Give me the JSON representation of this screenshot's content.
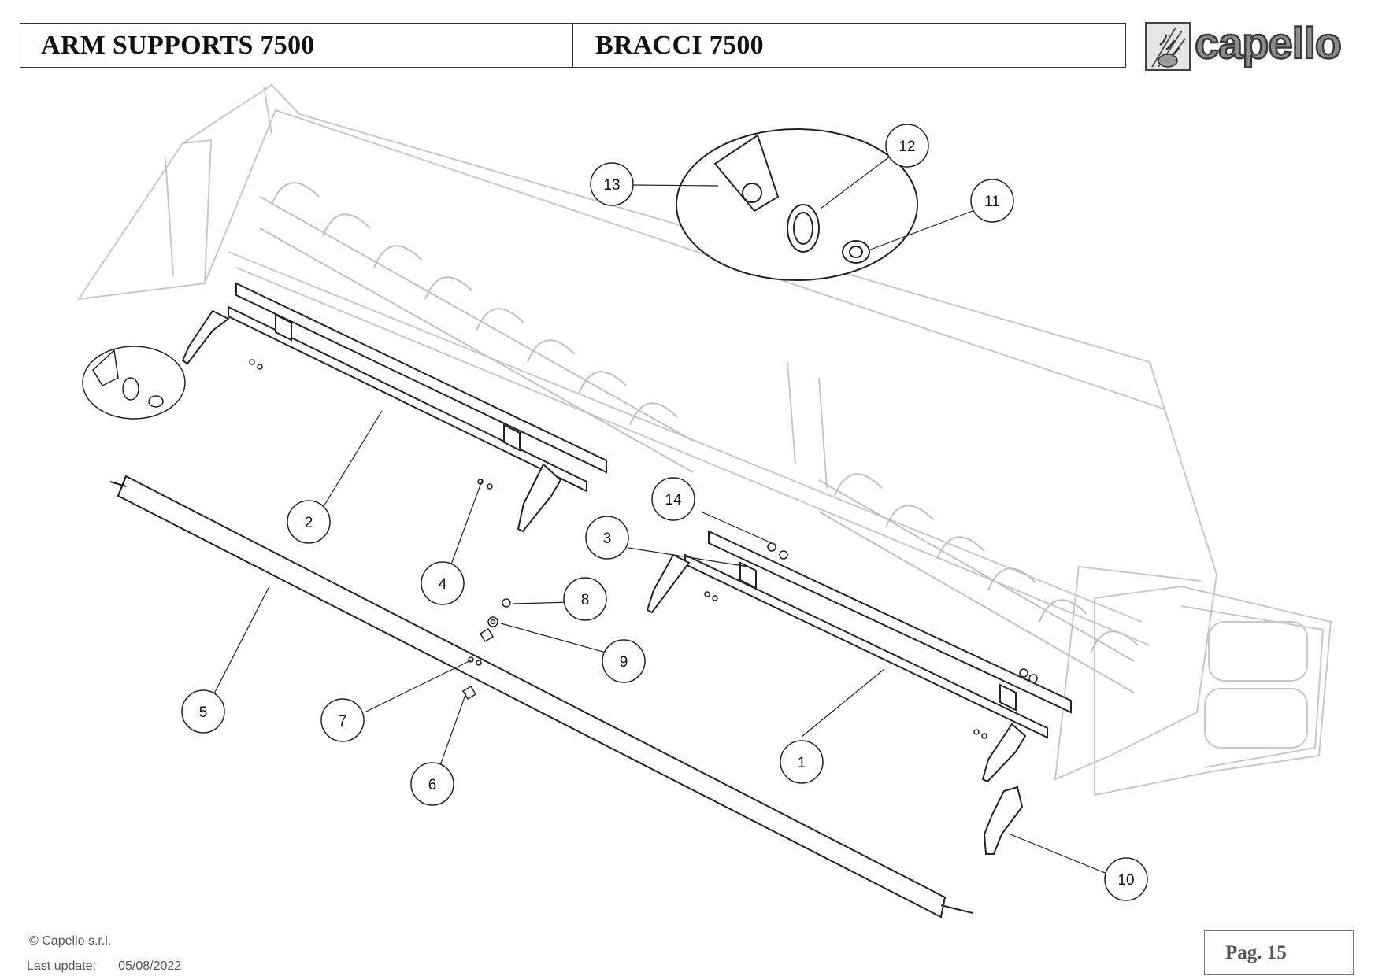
{
  "header": {
    "title_en": "ARM SUPPORTS 7500",
    "title_it": "BRACCI 7500"
  },
  "logo": {
    "text": "capello",
    "icon": "wheat-icon"
  },
  "callouts": [
    {
      "id": "c1",
      "label": "1"
    },
    {
      "id": "c2",
      "label": "2"
    },
    {
      "id": "c3",
      "label": "3"
    },
    {
      "id": "c4",
      "label": "4"
    },
    {
      "id": "c5",
      "label": "5"
    },
    {
      "id": "c6",
      "label": "6"
    },
    {
      "id": "c7",
      "label": "7"
    },
    {
      "id": "c8",
      "label": "8"
    },
    {
      "id": "c9",
      "label": "9"
    },
    {
      "id": "c10",
      "label": "10"
    },
    {
      "id": "c11",
      "label": "11"
    },
    {
      "id": "c12",
      "label": "12"
    },
    {
      "id": "c13",
      "label": "13"
    },
    {
      "id": "c14",
      "label": "14"
    }
  ],
  "footer": {
    "copyright": "© Capello s.r.l.",
    "last_update_label": "Last update:",
    "last_update_date": "05/08/2022",
    "page": "Pag. 15"
  },
  "colors": {
    "line": "#222222",
    "frame": "#c8c8c8"
  }
}
